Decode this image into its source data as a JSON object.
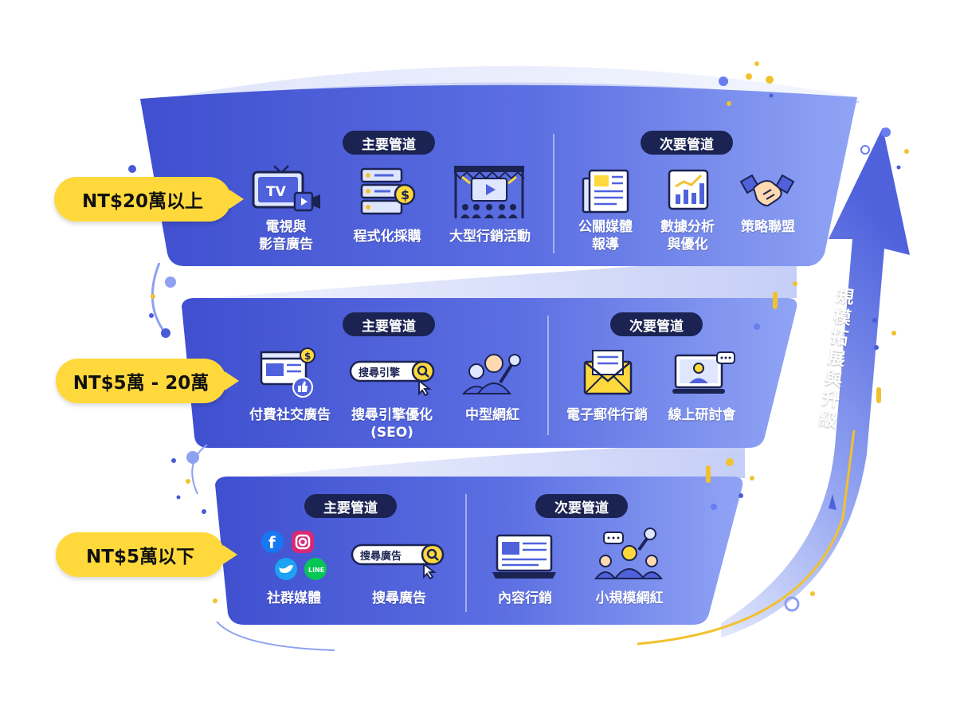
{
  "tiers": [
    {
      "budget": "NT$20萬以上",
      "primary_title": "主要管道",
      "secondary_title": "次要管道",
      "primary": [
        {
          "icon": "tv-video-icon",
          "label": [
            "電視與",
            "影音廣告"
          ]
        },
        {
          "icon": "programmatic-icon",
          "label": [
            "程式化採購"
          ]
        },
        {
          "icon": "stage-event-icon",
          "label": [
            "大型行銷活動"
          ]
        }
      ],
      "secondary": [
        {
          "icon": "newspaper-icon",
          "label": [
            "公關媒體",
            "報導"
          ]
        },
        {
          "icon": "analytics-chart-icon",
          "label": [
            "數據分析",
            "與優化"
          ]
        },
        {
          "icon": "handshake-icon",
          "label": [
            "策略聯盟"
          ]
        }
      ]
    },
    {
      "budget": "NT$5萬 - 20萬",
      "primary_title": "主要管道",
      "secondary_title": "次要管道",
      "primary": [
        {
          "icon": "paid-social-icon",
          "label": [
            "付費社交廣告"
          ]
        },
        {
          "icon": "search-engine-icon",
          "search_text": "搜尋引擎",
          "label": [
            "搜尋引擎優化",
            "(SEO)"
          ]
        },
        {
          "icon": "mid-influencer-icon",
          "label": [
            "中型網紅"
          ]
        }
      ],
      "secondary": [
        {
          "icon": "email-icon",
          "label": [
            "電子郵件行銷"
          ]
        },
        {
          "icon": "webinar-icon",
          "label": [
            "線上研討會"
          ]
        }
      ]
    },
    {
      "budget": "NT$5萬以下",
      "primary_title": "主要管道",
      "secondary_title": "次要管道",
      "primary": [
        {
          "icon": "social-media-icons",
          "label": [
            "社群媒體"
          ]
        },
        {
          "icon": "search-ads-icon",
          "search_text": "搜尋廣告",
          "label": [
            "搜尋廣告"
          ]
        }
      ],
      "secondary": [
        {
          "icon": "content-marketing-icon",
          "label": [
            "內容行銷"
          ]
        },
        {
          "icon": "small-influencer-icon",
          "label": [
            "小規模網紅"
          ]
        }
      ]
    }
  ],
  "growth_arrow": "規模拓展與升級",
  "colors": {
    "band_dark": "#4a5bd6",
    "band_light": "#8fa2f2",
    "budget_tag": "#ffd93b",
    "pill": "#1b2352",
    "accent_yellow": "#f2c12e"
  }
}
